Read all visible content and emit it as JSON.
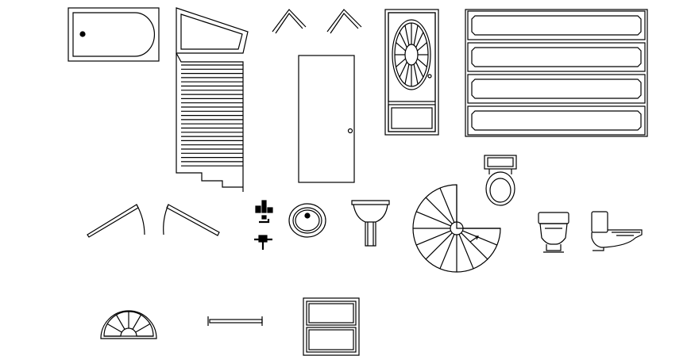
{
  "drawing": {
    "background": "#ffffff",
    "line_color": "#000000",
    "blocks": [
      "bathtub",
      "staircase",
      "window-sash-left",
      "window-sash-right",
      "door",
      "door-oval-glass",
      "drawer-panels",
      "toilet-top-view",
      "door-swing-left",
      "door-swing-right",
      "faucets",
      "oval-sink",
      "pedestal-sink",
      "spiral-staircase",
      "toilet-front-view",
      "toilet-side-view",
      "fan-window",
      "handrail",
      "double-window"
    ]
  }
}
